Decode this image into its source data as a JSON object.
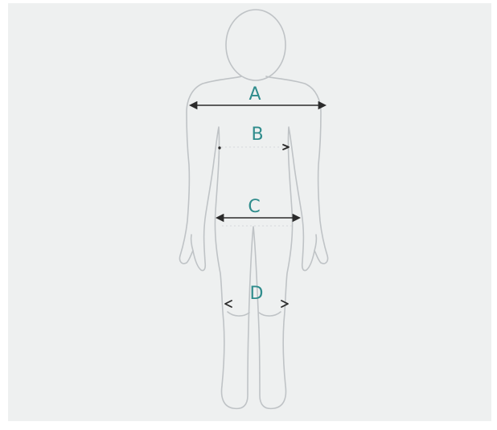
{
  "colors": {
    "background": "#eef0f0",
    "outline": "#bfc3c6",
    "arrow": "#2b2b2b",
    "label": "#2f8c8c"
  },
  "labels": {
    "a": "A",
    "b": "B",
    "c": "C",
    "d": "D"
  }
}
